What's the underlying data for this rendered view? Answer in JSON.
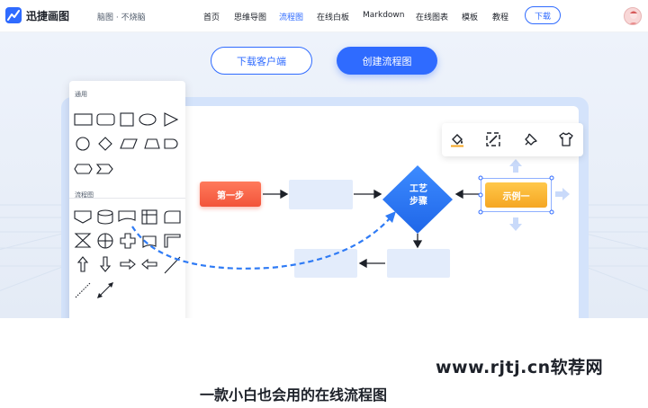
{
  "app": {
    "name": "迅捷画图",
    "slogan": "脑图 · 不烧脑"
  },
  "nav": {
    "items": [
      "首页",
      "思维导图",
      "流程图",
      "在线白板",
      "Markdown",
      "在线图表",
      "模板",
      "教程"
    ],
    "active": "流程图",
    "download_label": "下载"
  },
  "hero": {
    "download_client_label": "下载客户端",
    "create_flowchart_label": "创建流程图"
  },
  "panel": {
    "general_title": "通用",
    "flowchart_title": "流程图"
  },
  "toolbar": {
    "icons": [
      "fill-icon",
      "link-style-icon",
      "pin-icon",
      "shirt-icon"
    ]
  },
  "flow": {
    "start_label": "第一步",
    "diamond_line1": "工艺",
    "diamond_line2": "步骤",
    "example_label": "示例一"
  },
  "colors": {
    "accent": "#2f6bff",
    "start_node": "#f2543a",
    "decision_node": "#2f7bf5",
    "example_node": "#f5a623"
  },
  "footer": {
    "watermark": "www.rjtj.cn软荐网",
    "caption": "一款小白也会用的在线流程图"
  }
}
